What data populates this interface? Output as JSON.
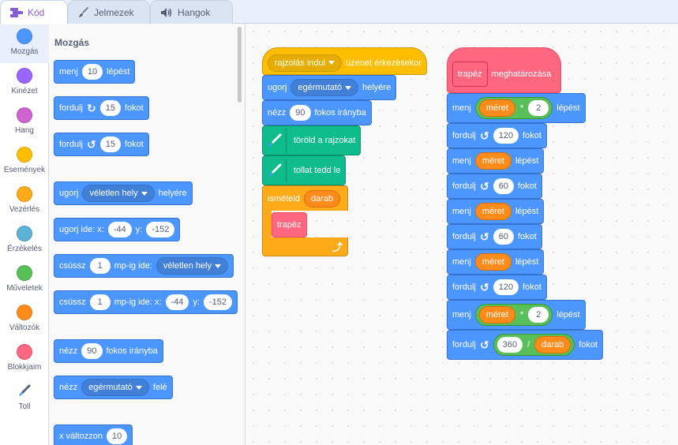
{
  "tabs": [
    {
      "label": "Kód",
      "icon": "code-icon"
    },
    {
      "label": "Jelmezek",
      "icon": "brush-icon"
    },
    {
      "label": "Hangok",
      "icon": "speaker-icon"
    }
  ],
  "categories": [
    {
      "label": "Mozgás",
      "color": "#4c97ff"
    },
    {
      "label": "Kinézet",
      "color": "#9966ff"
    },
    {
      "label": "Hang",
      "color": "#cf63cf"
    },
    {
      "label": "Események",
      "color": "#ffbf00"
    },
    {
      "label": "Vezérlés",
      "color": "#ffab19"
    },
    {
      "label": "Érzékelés",
      "color": "#5cb1d6"
    },
    {
      "label": "Műveletek",
      "color": "#59c059"
    },
    {
      "label": "Változók",
      "color": "#ff8c1a"
    },
    {
      "label": "Blokkjaim",
      "color": "#ff6680"
    },
    {
      "label": "Toll",
      "color": "#0fbd8c"
    }
  ],
  "palette": {
    "title": "Mozgás",
    "move": {
      "label": "menj",
      "value": "10",
      "suffix": "lépést"
    },
    "turn_right": {
      "label": "fordulj",
      "value": "15",
      "suffix": "fokot"
    },
    "turn_left": {
      "label": "fordulj",
      "value": "15",
      "suffix": "fokot"
    },
    "goto": {
      "label": "ugorj",
      "option": "véletlen hely",
      "suffix": "helyére"
    },
    "goto_xy": {
      "label": "ugorj ide: x:",
      "x": "-44",
      "ylabel": "y:",
      "y": "-152"
    },
    "glide": {
      "label": "csússz",
      "value": "1",
      "mid": "mp-ig ide:",
      "option": "véletlen hely"
    },
    "glide_xy": {
      "label": "csússz",
      "value": "1",
      "mid": "mp-ig ide: x:",
      "x": "-44",
      "ylabel": "y:",
      "y": "-152"
    },
    "point_dir": {
      "label": "nézz",
      "value": "90",
      "suffix": "fokos irányba"
    },
    "point_towards": {
      "label": "nézz",
      "option": "egérmutató",
      "suffix": "felé"
    },
    "change_x": {
      "label": "x változzon",
      "value": "10"
    }
  },
  "script1": {
    "hat": {
      "option": "rajzolás indul",
      "suffix": "üzenet érkezésekor"
    },
    "goto": {
      "label": "ugorj",
      "option": "egérmutató",
      "suffix": "helyére"
    },
    "point": {
      "label": "nézz",
      "value": "90",
      "suffix": "fokos irányba"
    },
    "clear": {
      "label": "töröld a rajzokat"
    },
    "pendown": {
      "label": "tollat tedd le"
    },
    "repeat": {
      "label": "ismételd",
      "var": "darab"
    },
    "call": {
      "label": "trapéz"
    }
  },
  "script2": {
    "def": {
      "name": "trapéz",
      "suffix": "meghatározása"
    },
    "blocks": [
      {
        "kind": "move_op",
        "label": "menj",
        "var": "méret",
        "op": "*",
        "num": "2",
        "suffix": "lépést"
      },
      {
        "kind": "turn",
        "label": "fordulj",
        "num": "120",
        "suffix": "fokot"
      },
      {
        "kind": "move_var",
        "label": "menj",
        "var": "méret",
        "suffix": "lépést"
      },
      {
        "kind": "turn",
        "label": "fordulj",
        "num": "60",
        "suffix": "fokot"
      },
      {
        "kind": "move_var",
        "label": "menj",
        "var": "méret",
        "suffix": "lépést"
      },
      {
        "kind": "turn",
        "label": "fordulj",
        "num": "60",
        "suffix": "fokot"
      },
      {
        "kind": "move_var",
        "label": "menj",
        "var": "méret",
        "suffix": "lépést"
      },
      {
        "kind": "turn",
        "label": "fordulj",
        "num": "120",
        "suffix": "fokot"
      },
      {
        "kind": "move_op",
        "label": "menj",
        "var": "méret",
        "op": "*",
        "num": "2",
        "suffix": "lépést"
      },
      {
        "kind": "turn_op",
        "label": "fordulj",
        "num": "360",
        "op": "/",
        "var": "darab",
        "suffix": "fokot"
      }
    ]
  }
}
